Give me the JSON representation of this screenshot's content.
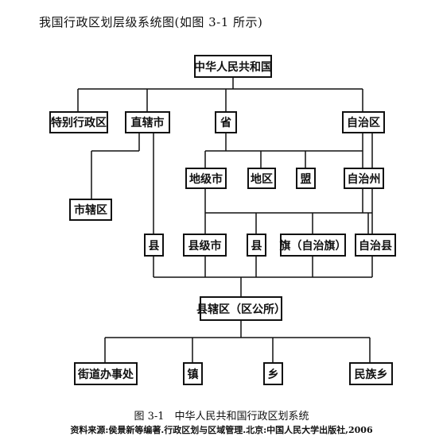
{
  "header": {
    "title": "我国行政区划层级系统图(如图 3-1 所示)"
  },
  "diagram": {
    "nodes": {
      "root": "中华人民共和国",
      "special": "特别行政区",
      "municipality": "直辖市",
      "province": "省",
      "autonomous_region": "自治区",
      "prefecture_city": "地级市",
      "prefecture": "地区",
      "league": "盟",
      "autonomous_prefecture": "自治州",
      "municipal_district": "市辖区",
      "county_a": "县",
      "county_city": "县级市",
      "county_b": "县",
      "banner": "旗（自治旗）",
      "autonomous_county": "自治县",
      "county_district": "县辖区（区公所）",
      "subdistrict": "街道办事处",
      "town": "镇",
      "township": "乡",
      "ethnic_township": "民族乡"
    }
  },
  "footer": {
    "caption": "图 3-1　中华人民共和国行政区划系统",
    "source": "资料来源:侯景新等编著.行政区划与区域管理.北京:中国人民大学出版社,2006"
  }
}
